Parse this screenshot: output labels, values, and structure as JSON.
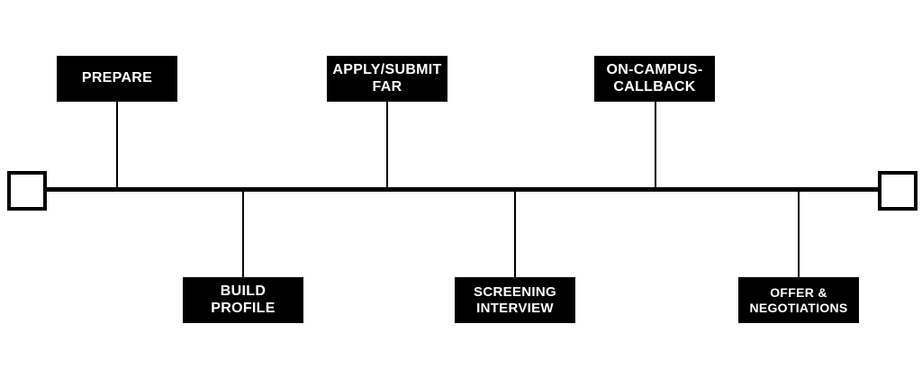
{
  "steps": {
    "prepare": {
      "line1": "PREPARE",
      "line2": ""
    },
    "build_profile": {
      "line1": "BUILD",
      "line2": "PROFILE"
    },
    "apply_submit": {
      "line1": "APPLY/SUBMIT",
      "line2": "FAR"
    },
    "screening": {
      "line1": "SCREENING",
      "line2": "INTERVIEW"
    },
    "on_campus": {
      "line1": "ON-CAMPUS-",
      "line2": "CALLBACK"
    },
    "offer": {
      "line1": "OFFER &",
      "line2": "NEGOTIATIONS"
    }
  },
  "colors": {
    "line": "#000000",
    "box_fill": "#000000",
    "box_text": "#ffffff",
    "background": "#ffffff"
  }
}
